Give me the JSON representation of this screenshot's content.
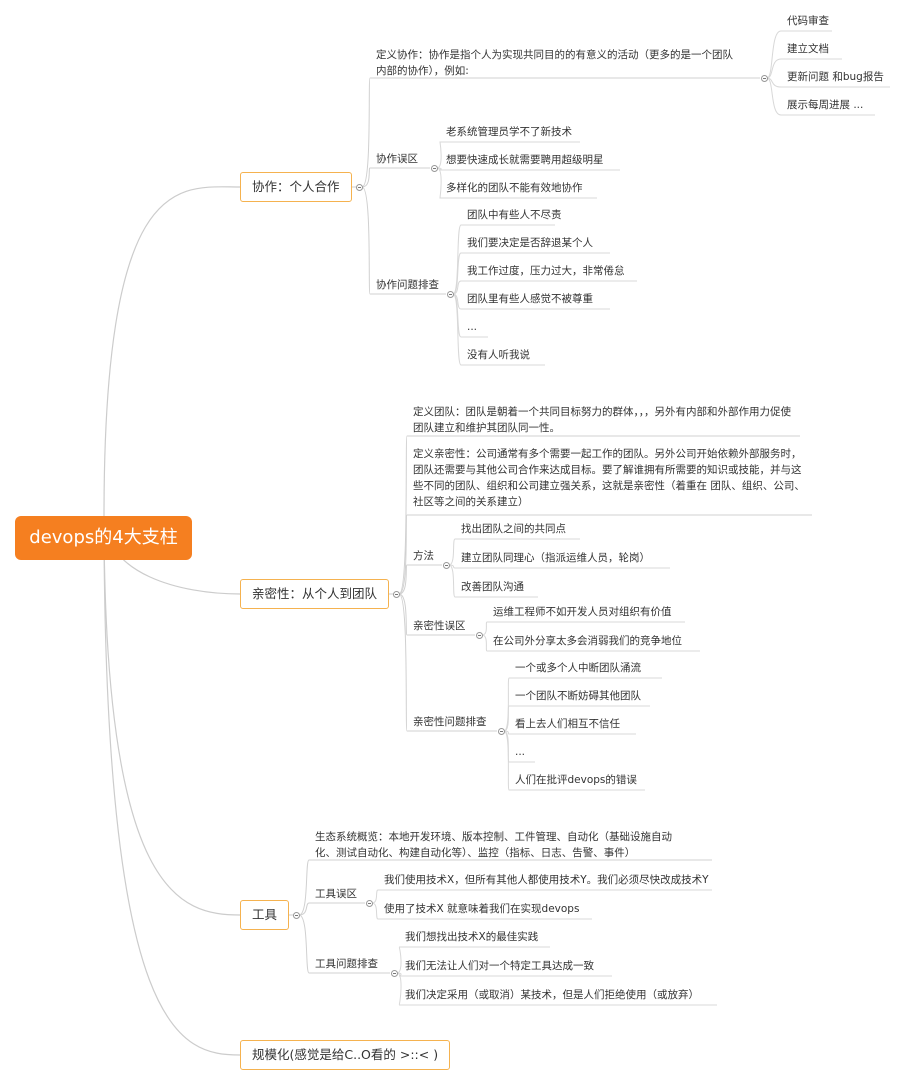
{
  "root": {
    "label": "devops的4大支柱"
  },
  "branches": [
    {
      "label": "协作：个人合作",
      "children": [
        {
          "label": "定义协作：协作是指个人为实现共同目的的有意义的活动（更多的是一个团队内部的协作），例如:",
          "children": [
            "代码审查",
            "建立文档",
            "更新问题 和bug报告",
            "展示每周进展 ..."
          ]
        },
        {
          "label": "协作误区",
          "children": [
            "老系统管理员学不了新技术",
            "想要快速成长就需要聘用超级明星",
            "多样化的团队不能有效地协作"
          ]
        },
        {
          "label": "协作问题排查",
          "children": [
            "团队中有些人不尽责",
            "我们要决定是否辞退某个人",
            "我工作过度，压力过大，非常倦怠",
            "团队里有些人感觉不被尊重",
            "...",
            "没有人听我说"
          ]
        }
      ]
    },
    {
      "label": "亲密性：从个人到团队",
      "children": [
        {
          "label": "定义团队：团队是朝着一个共同目标努力的群体，，，另外有内部和外部作用力促使团队建立和维护其团队同一性。",
          "children": []
        },
        {
          "label": "定义亲密性：公司通常有多个需要一起工作的团队。另外公司开始依赖外部服务时，团队还需要与其他公司合作来达成目标。要了解谁拥有所需要的知识或技能，并与这些不同的团队、组织和公司建立强关系，这就是亲密性（着重在 团队、组织、公司、社区等之间的关系建立）",
          "children": []
        },
        {
          "label": "方法",
          "children": [
            "找出团队之间的共同点",
            "建立团队同理心（指派运维人员，轮岗）",
            "改善团队沟通"
          ]
        },
        {
          "label": "亲密性误区",
          "children": [
            "运维工程师不如开发人员对组织有价值",
            "在公司外分享太多会消弱我们的竞争地位"
          ]
        },
        {
          "label": "亲密性问题排查",
          "children": [
            "一个或多个人中断团队涌流",
            "一个团队不断妨碍其他团队",
            "看上去人们相互不信任",
            "...",
            "人们在批评devops的错误"
          ]
        }
      ]
    },
    {
      "label": "工具",
      "children": [
        {
          "label": "生态系统概览：本地开发环境、版本控制、工件管理、自动化（基础设施自动化、测试自动化、构建自动化等）、监控（指标、日志、告警、事件）",
          "children": []
        },
        {
          "label": "工具误区",
          "children": [
            "我们使用技术X，但所有其他人都使用技术Y。我们必须尽快改成技术Y",
            "使用了技术X 就意味着我们在实现devops"
          ]
        },
        {
          "label": "工具问题排查",
          "children": [
            "我们想找出技术X的最佳实践",
            "我们无法让人们对一个特定工具达成一致",
            "我们决定采用（或取消）某技术，但是人们拒绝使用（或放弃）"
          ]
        }
      ]
    },
    {
      "label": "规模化(感觉是给C..O看的 >::< )",
      "children": []
    }
  ]
}
